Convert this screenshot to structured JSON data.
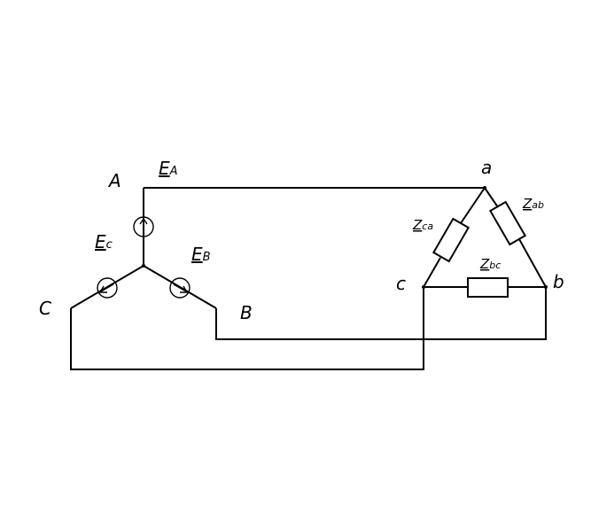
{
  "labels": {
    "node_A": "A",
    "node_B": "B",
    "node_C": "C",
    "node_a": "a",
    "node_b": "b",
    "node_c": "c",
    "ea": {
      "main": "E",
      "sub": "A"
    },
    "eb": {
      "main": "E",
      "sub": "B"
    },
    "ec": {
      "main": "E",
      "sub": "c"
    },
    "zab": {
      "main": "Z",
      "sub": "ab"
    },
    "zbc": {
      "main": "Z",
      "sub": "bc"
    },
    "zca": {
      "main": "Z",
      "sub": "ca"
    }
  }
}
